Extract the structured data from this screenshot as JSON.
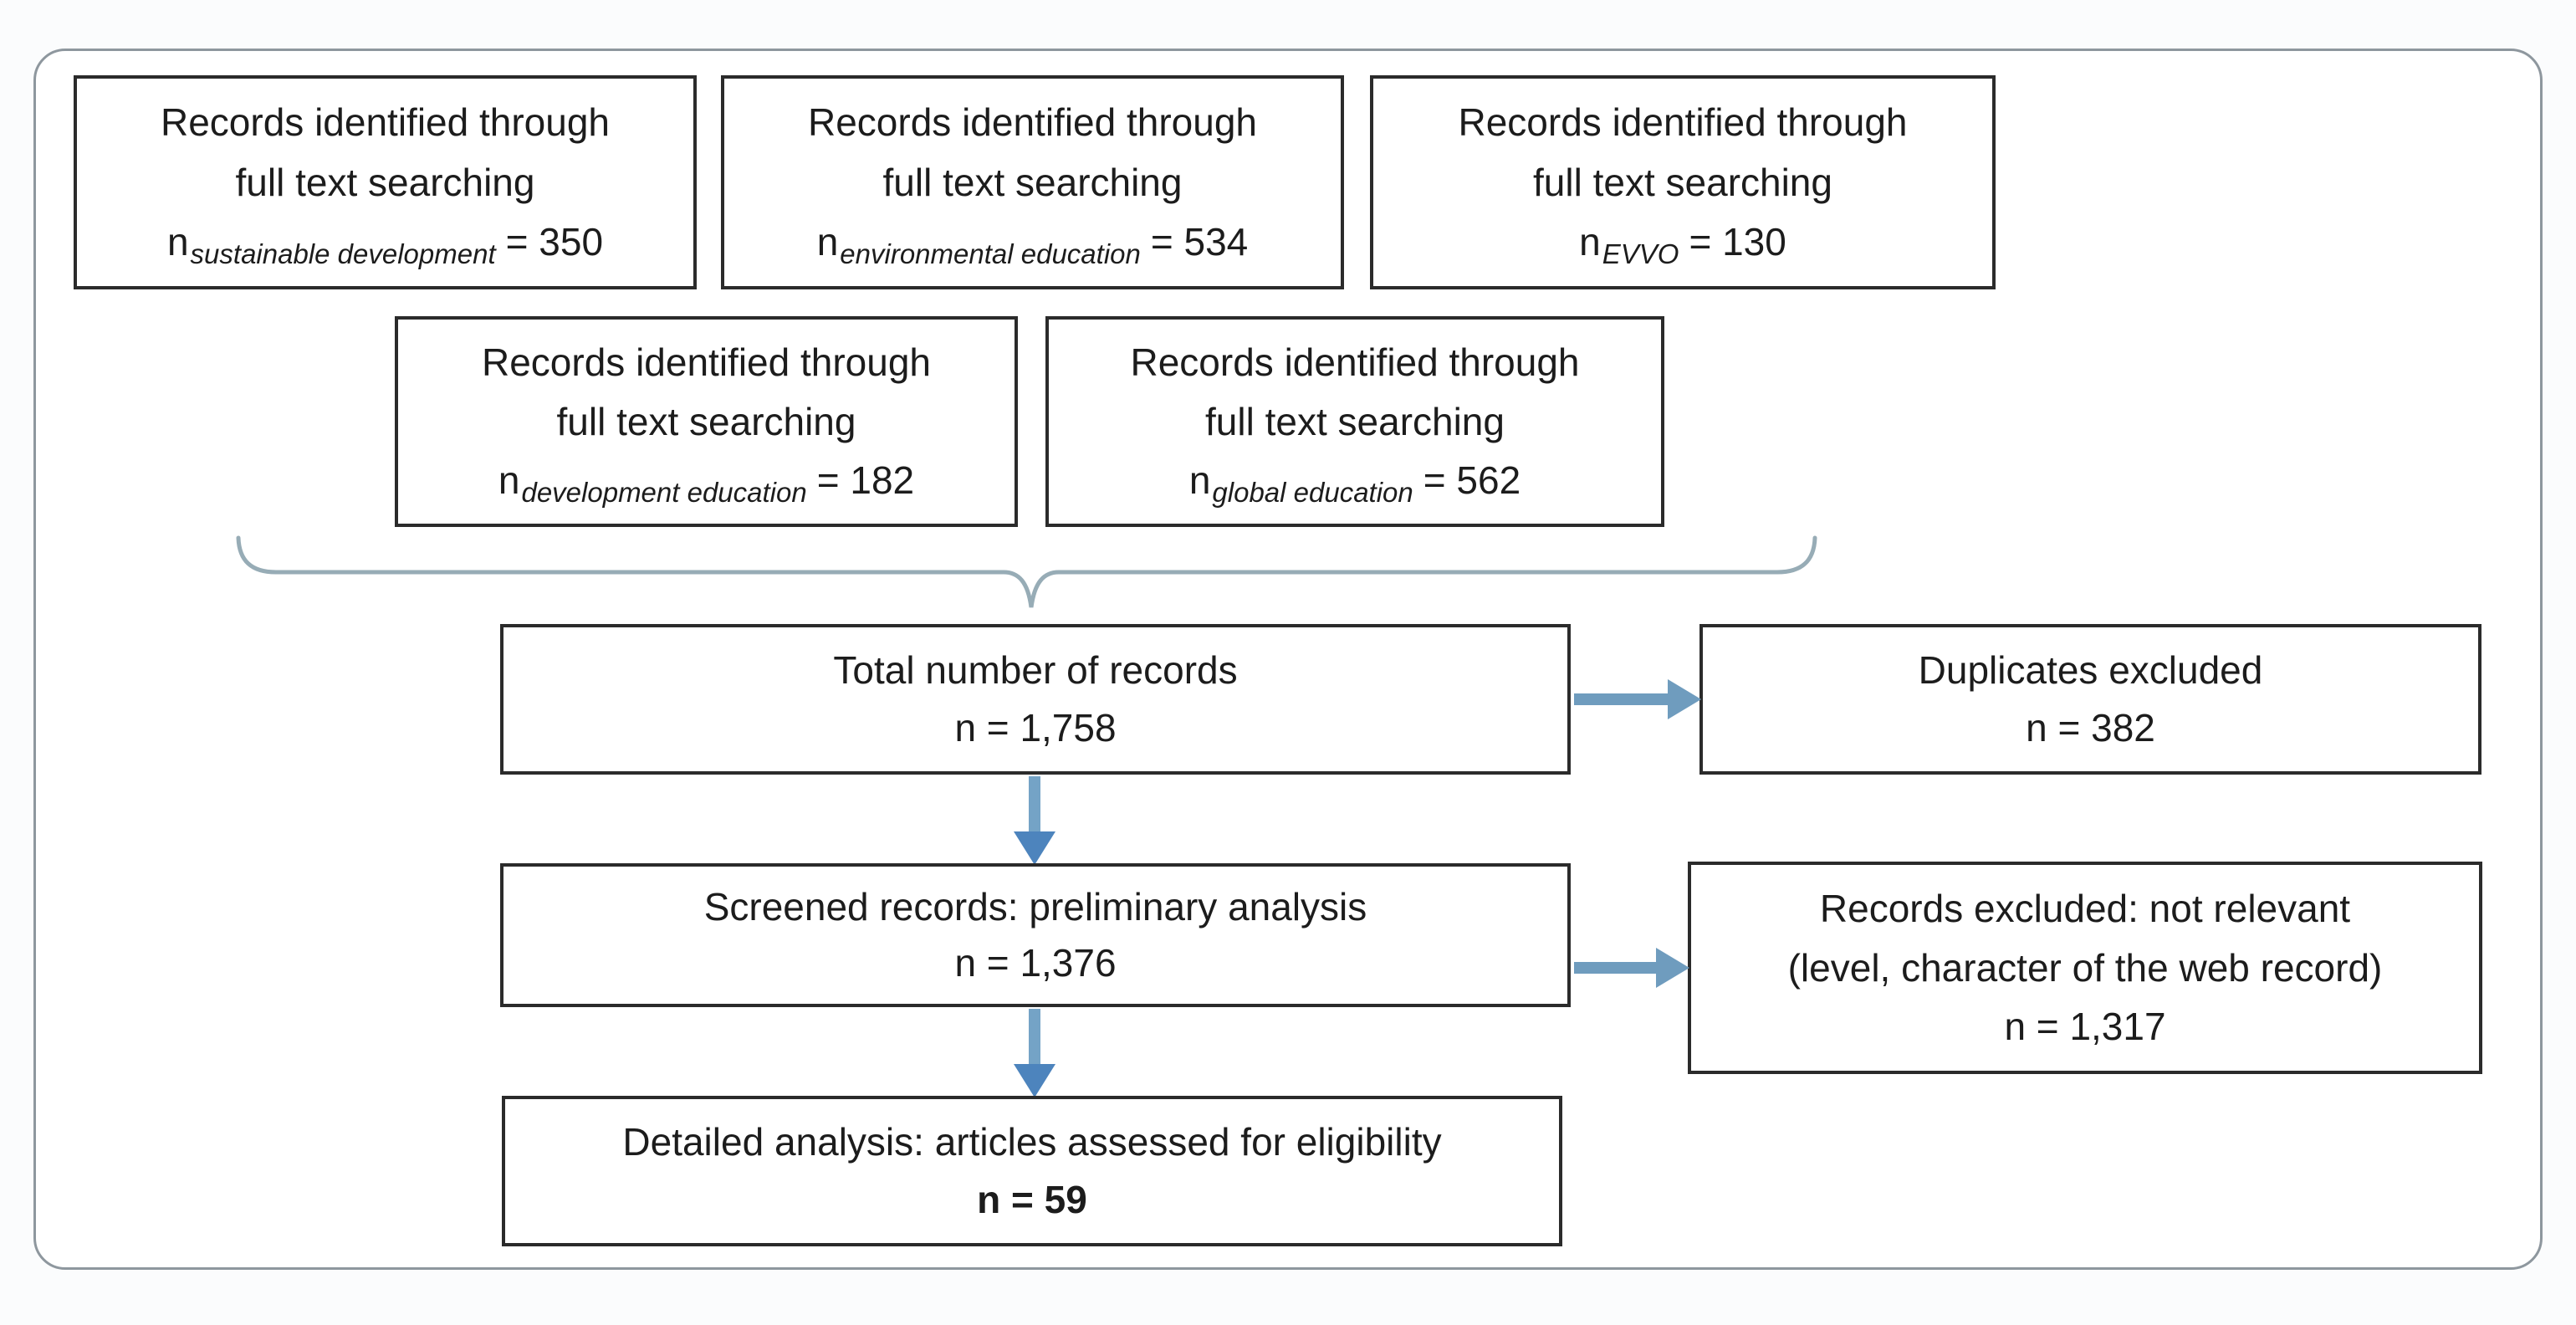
{
  "diagram": {
    "source_boxes": [
      {
        "line1": "Records identified through",
        "line2": "full text searching",
        "n": "n",
        "sub": "sustainable development",
        "eq": "= 350"
      },
      {
        "line1": "Records identified through",
        "line2": "full text searching",
        "n": "n",
        "sub": "environmental education",
        "eq": "= 534"
      },
      {
        "line1": "Records identified through",
        "line2": "full text searching",
        "n": "n",
        "sub": "EVVO",
        "eq": "= 130"
      },
      {
        "line1": "Records identified through",
        "line2": "full text searching",
        "n": "n",
        "sub": "development education",
        "eq": "= 182"
      },
      {
        "line1": "Records identified through",
        "line2": "full text searching",
        "n": "n",
        "sub": "global education",
        "eq": "= 562"
      }
    ],
    "total_box": {
      "line1": "Total number of records",
      "line2": "n = 1,758"
    },
    "duplicates_box": {
      "line1": "Duplicates excluded",
      "line2": "n = 382"
    },
    "screened_box": {
      "line1": "Screened records: preliminary analysis",
      "line2": "n = 1,376"
    },
    "excluded_box": {
      "line1": "Records excluded: not relevant",
      "line2": "(level, character of the web record)",
      "line3": "n = 1,317"
    },
    "detailed_box": {
      "line1": "Detailed analysis: articles assessed for eligibility",
      "line2": "n = 59"
    },
    "colors": {
      "box_border": "#2b2b2b",
      "outer_border": "#8e979e",
      "brace": "#97acb6",
      "arrow_horizontal": "#6f9cbe",
      "arrow_vertical": "#4d84bd"
    }
  }
}
